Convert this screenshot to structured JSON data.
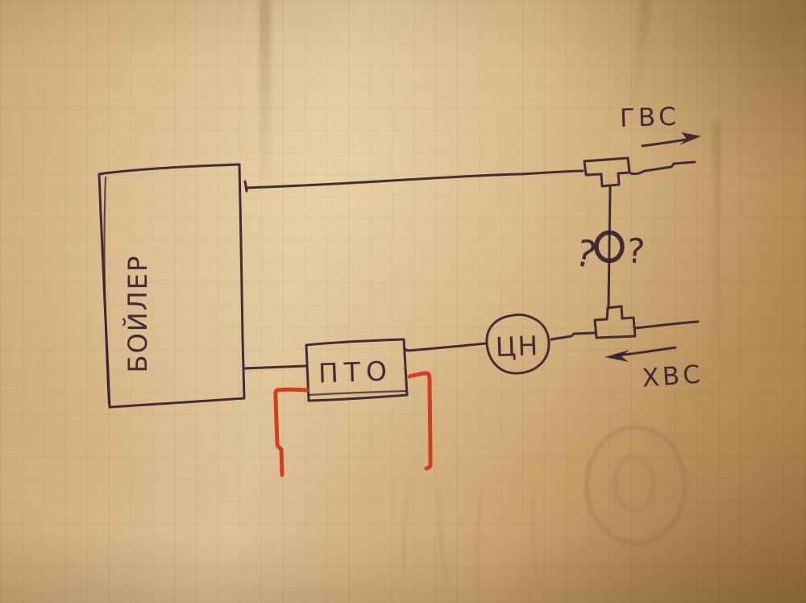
{
  "colors": {
    "ink": "#36212e",
    "marker_red": "#cf3a1a",
    "paper_light": "#dcc096",
    "paper_mid": "#c9a36e",
    "paper_dark": "#a67d48"
  },
  "diagram": {
    "boiler_label": "БОЙЛЕР",
    "heat_exchanger_label": "ПТО",
    "pump_label": "ЦН",
    "hot_water_label": "ГВС",
    "cold_water_label": "ХВС",
    "valve_question_left": "?",
    "valve_question_right": "?"
  }
}
